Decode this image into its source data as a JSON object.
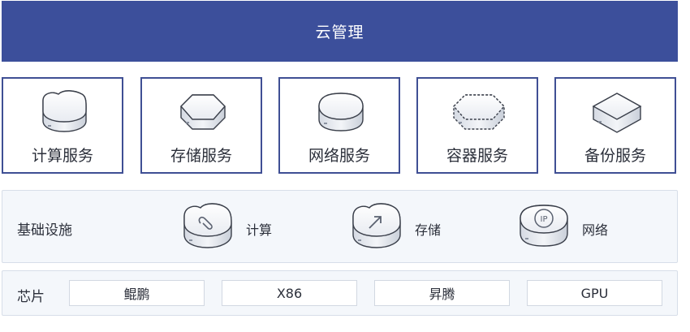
{
  "header": {
    "title": "云管理"
  },
  "services": [
    {
      "label": "计算服务",
      "icon": "compute-service-icon"
    },
    {
      "label": "存储服务",
      "icon": "storage-service-icon"
    },
    {
      "label": "网络服务",
      "icon": "network-service-icon"
    },
    {
      "label": "容器服务",
      "icon": "container-service-icon"
    },
    {
      "label": "备份服务",
      "icon": "backup-service-icon"
    }
  ],
  "infrastructure": {
    "title": "基础设施",
    "items": [
      {
        "label": "计算",
        "icon": "compute-icon"
      },
      {
        "label": "存储",
        "icon": "storage-icon"
      },
      {
        "label": "网络",
        "icon": "network-ip-icon"
      }
    ]
  },
  "chips": {
    "title": "芯片",
    "items": [
      "鲲鹏",
      "X86",
      "昇腾",
      "GPU"
    ]
  },
  "colors": {
    "banner": "#3c4f9b",
    "border": "#3f4f94",
    "panel_bg": "#f4f7fb"
  }
}
